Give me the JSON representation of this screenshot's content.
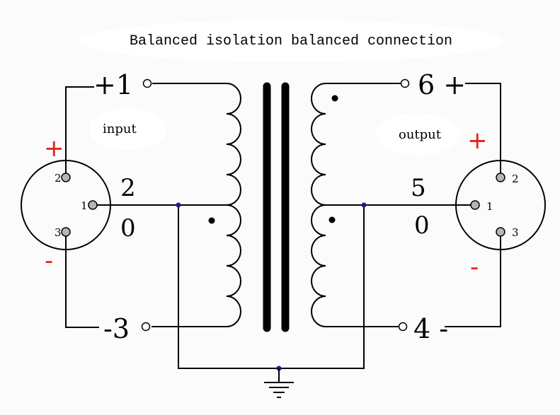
{
  "title": "Balanced isolation balanced connection",
  "input": {
    "label": "input",
    "terminal_1": "+1",
    "terminal_2": "2",
    "terminal_0": "0",
    "terminal_3": "-3",
    "plus_sign": "+",
    "minus_sign": "-",
    "pin_1": "1",
    "pin_2": "2",
    "pin_3": "3"
  },
  "output": {
    "label": "output",
    "terminal_6": "6 +",
    "terminal_5": "5",
    "terminal_0": "0",
    "terminal_4": "4 -",
    "plus_sign": "+",
    "minus_sign": "-",
    "pin_1": "1",
    "pin_2": "2",
    "pin_3": "3"
  },
  "colors": {
    "polarity": "#e8211d",
    "junction": "#1a1a8c",
    "pin_fill": "#b5b5b5"
  }
}
